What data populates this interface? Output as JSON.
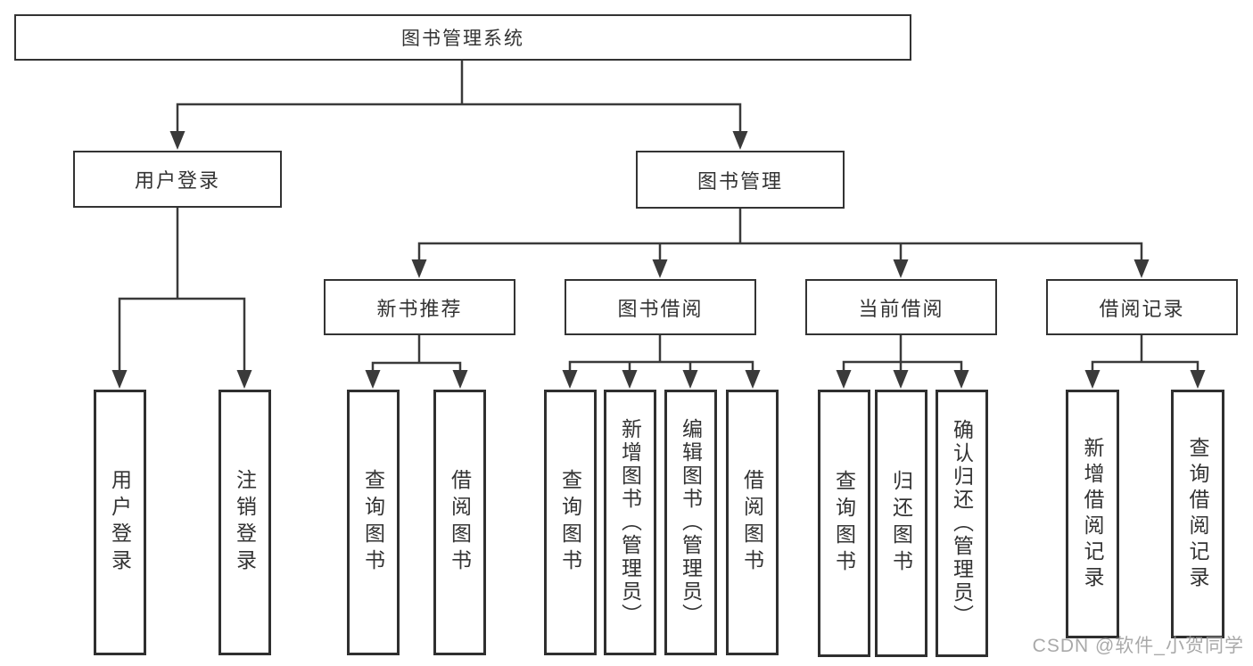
{
  "diagram": {
    "root": {
      "label": "图书管理系统"
    },
    "level2": {
      "user_login": {
        "label": "用户登录"
      },
      "book_mgmt": {
        "label": "图书管理"
      }
    },
    "level3": {
      "new_book": {
        "label": "新书推荐"
      },
      "book_borrow": {
        "label": "图书借阅"
      },
      "current_borrow": {
        "label": "当前借阅"
      },
      "borrow_record": {
        "label": "借阅记录"
      }
    },
    "leaves": {
      "user_login_group": {
        "login": {
          "label": "用户登录"
        },
        "logout": {
          "label": "注销登录"
        }
      },
      "new_book_group": {
        "query": {
          "label": "查询图书"
        },
        "borrow": {
          "label": "借阅图书"
        }
      },
      "book_borrow_group": {
        "query": {
          "label": "查询图书"
        },
        "add": {
          "label": "新增图书（管理员）"
        },
        "edit": {
          "label": "编辑图书（管理员）"
        },
        "borrow": {
          "label": "借阅图书"
        }
      },
      "current_borrow_group": {
        "query": {
          "label": "查询图书"
        },
        "return": {
          "label": "归还图书"
        },
        "confirm": {
          "label": "确认归还（管理员）"
        }
      },
      "record_group": {
        "add": {
          "label": "新增借阅记录"
        },
        "query": {
          "label": "查询借阅记录"
        }
      }
    },
    "colors": {
      "line": "#3a3a3a",
      "box_border": "#2f2f2f",
      "text": "#333333",
      "background": "#ffffff"
    }
  },
  "watermark": {
    "text": "CSDN @软件_小贺同学",
    "color": "#9b9b9b"
  }
}
